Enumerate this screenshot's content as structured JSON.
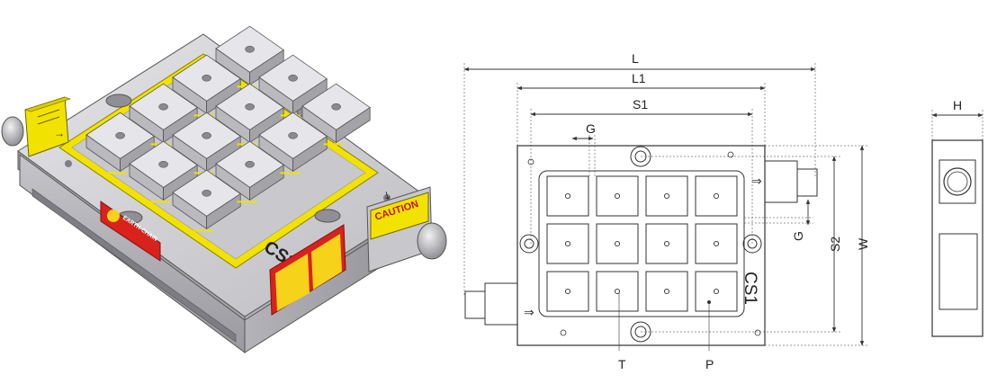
{
  "product": {
    "model_mark": "CS1",
    "label_caution": "CAUTION",
    "label_brand": "EARTH-CHAIN"
  },
  "drawing": {
    "dimensions": {
      "length": "L",
      "length_inner": "L1",
      "pole_span_length": "S1",
      "pole_span_width": "S2",
      "width": "W",
      "height": "H",
      "gap_horizontal": "G",
      "gap_vertical": "G",
      "tapped_hole": "T",
      "pole_pitch": "P"
    },
    "side_mark": "CS1"
  },
  "colors": {
    "line": "#333333",
    "body": "#cfcfd2",
    "pole": "#dcdce0",
    "yellow": "#f2e200",
    "label_red": "#d8221b",
    "label_yellow": "#f6d21a"
  }
}
